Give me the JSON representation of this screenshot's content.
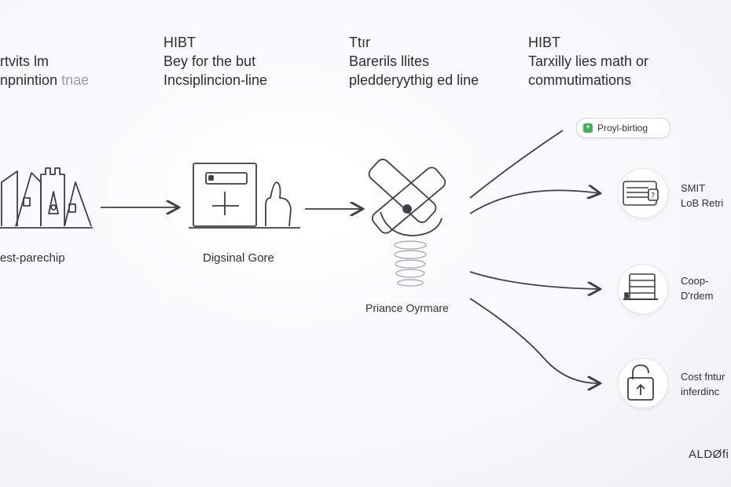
{
  "columns": [
    {
      "title": "",
      "line1": "rtvits lm",
      "line2": "npnintion",
      "line2_faded": "tnae",
      "label": "est-parechip"
    },
    {
      "title": "HIBT",
      "line1": "Bey for the but",
      "line2": "Incsiplincion-line",
      "label": "Digsinal Gore"
    },
    {
      "title": "Ttır",
      "line1": "Barerils llites",
      "line2": "pledderyythig ed line",
      "label": "Priance Oyrmare"
    },
    {
      "title": "HIBT",
      "line1": "Tarxilly lies math or",
      "line2": "commutimations",
      "label": ""
    }
  ],
  "badge": {
    "label": "Proyl-birtiog",
    "icon": "plus-square-icon"
  },
  "outputs": [
    {
      "line1": "SMIT",
      "line2": "LoB Retri",
      "icon": "printer-icon"
    },
    {
      "line1": "Coop-",
      "line2": "D'rdem",
      "icon": "server-stack-icon"
    },
    {
      "line1": "Cost fntur",
      "line2": "inferdinc",
      "icon": "padlock-icon"
    }
  ],
  "brand": "ALDØfi",
  "colors": {
    "stroke": "#3c4146",
    "accent": "#3fb24f"
  }
}
